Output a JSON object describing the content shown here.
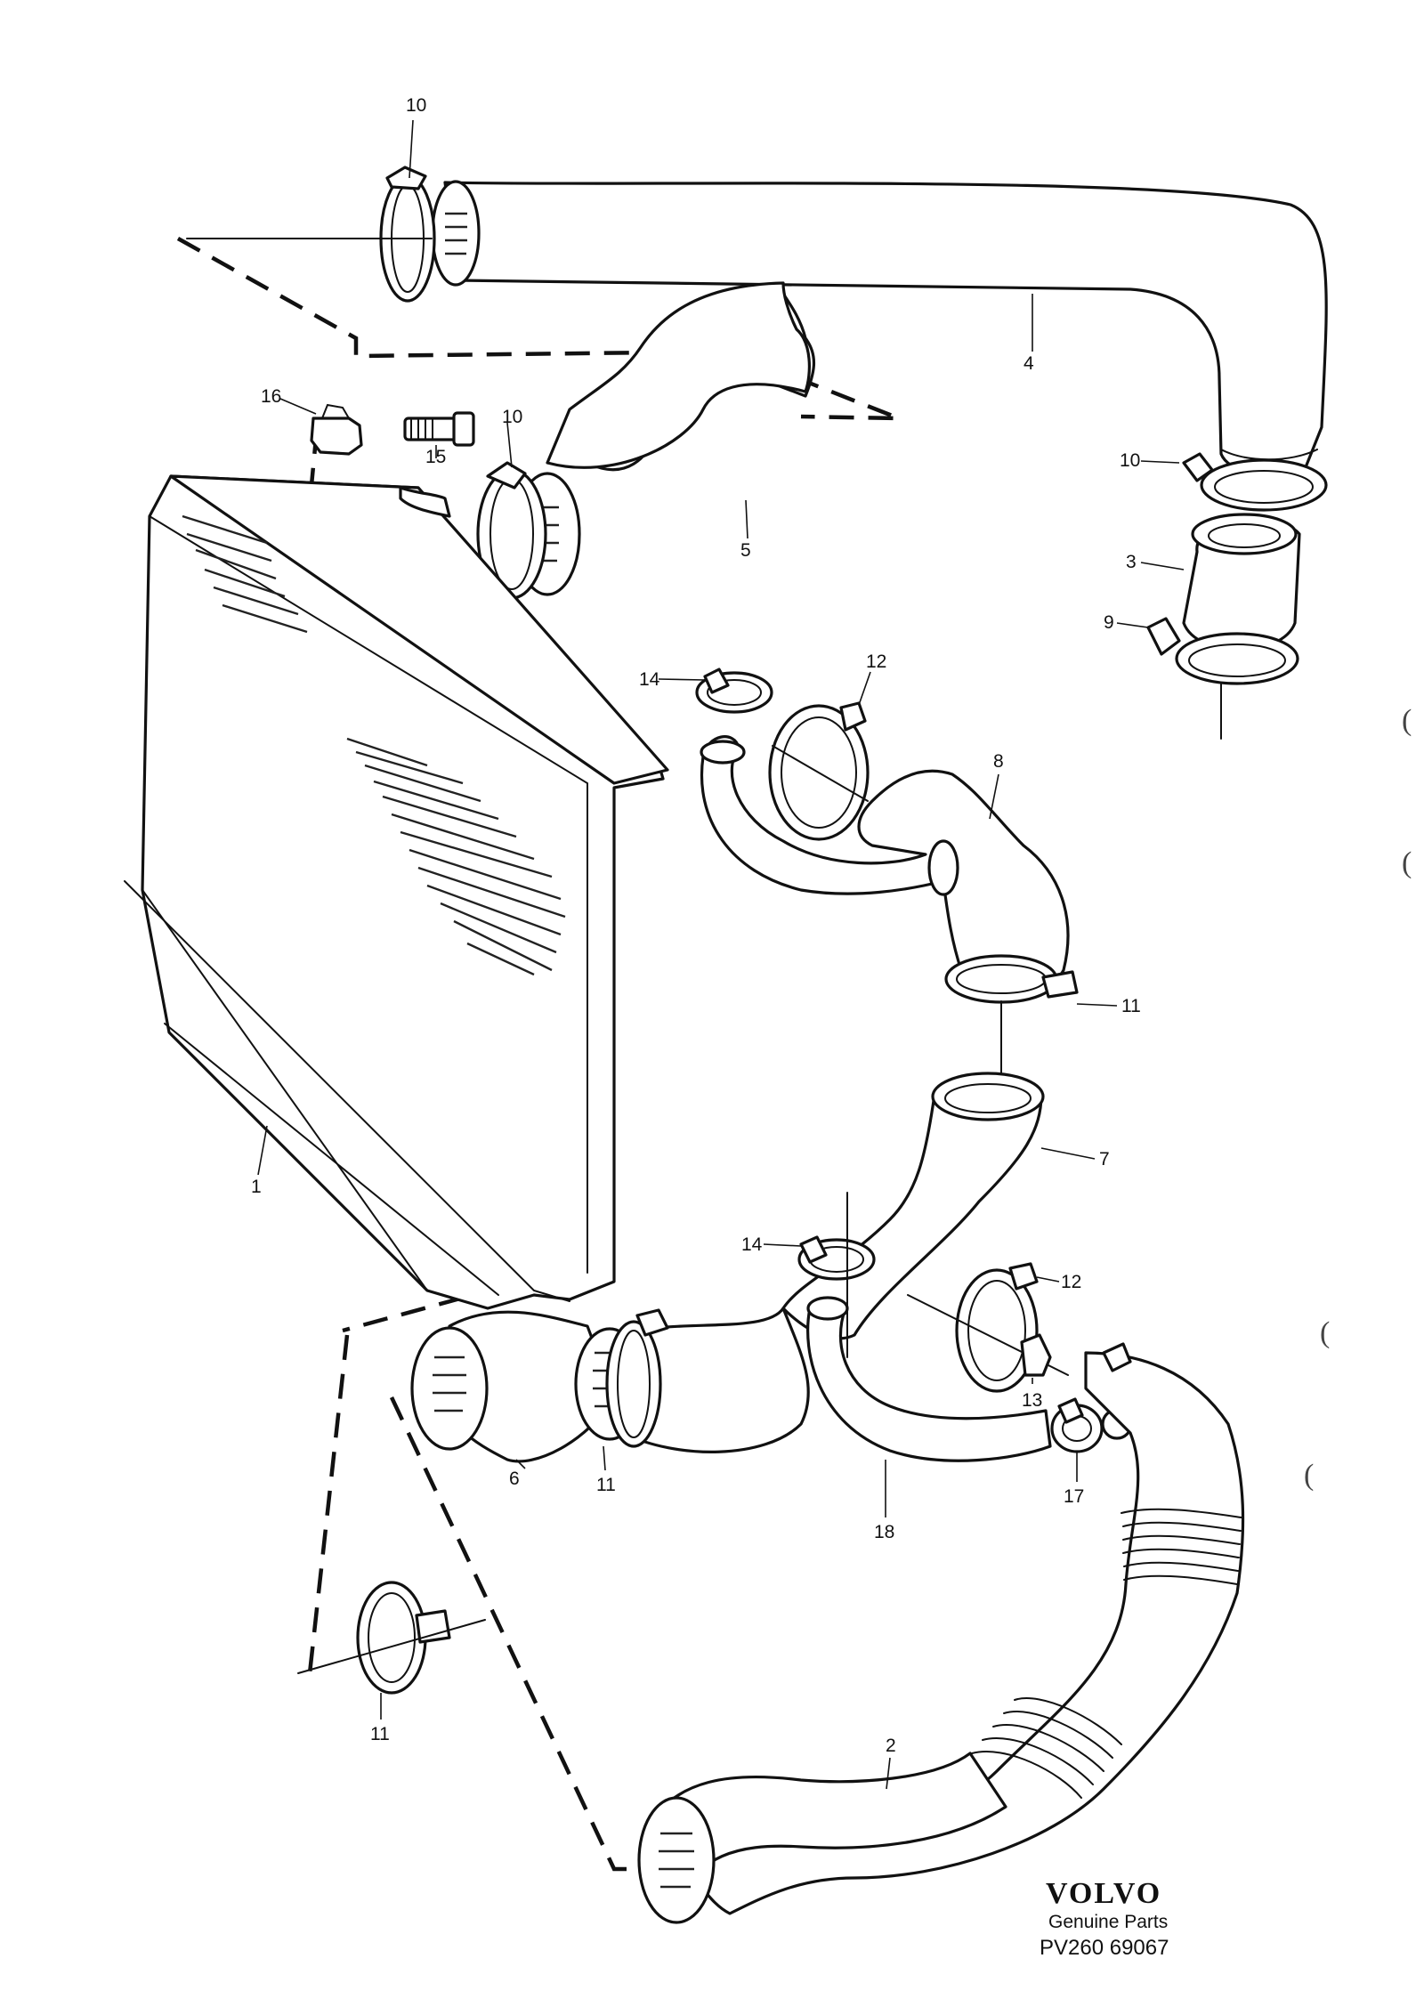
{
  "diagram": {
    "callouts": [
      {
        "id": "c10a",
        "text": "10"
      },
      {
        "id": "c4",
        "text": "4"
      },
      {
        "id": "c16",
        "text": "16"
      },
      {
        "id": "c10b",
        "text": "10"
      },
      {
        "id": "c15",
        "text": "15"
      },
      {
        "id": "c5",
        "text": "5"
      },
      {
        "id": "c10c",
        "text": "10"
      },
      {
        "id": "c3",
        "text": "3"
      },
      {
        "id": "c9",
        "text": "9"
      },
      {
        "id": "c14a",
        "text": "14"
      },
      {
        "id": "c12a",
        "text": "12"
      },
      {
        "id": "c8",
        "text": "8"
      },
      {
        "id": "c11a",
        "text": "11"
      },
      {
        "id": "c1",
        "text": "1"
      },
      {
        "id": "c7",
        "text": "7"
      },
      {
        "id": "c14b",
        "text": "14"
      },
      {
        "id": "c12b",
        "text": "12"
      },
      {
        "id": "c13",
        "text": "13"
      },
      {
        "id": "c6",
        "text": "6"
      },
      {
        "id": "c11b",
        "text": "11"
      },
      {
        "id": "c18",
        "text": "18"
      },
      {
        "id": "c17",
        "text": "17"
      },
      {
        "id": "c11c",
        "text": "11"
      },
      {
        "id": "c2",
        "text": "2"
      }
    ],
    "margin_marks": [
      "(",
      "(",
      "(",
      "("
    ]
  },
  "branding": {
    "brand": "VOLVO",
    "subtitle": "Genuine Parts",
    "code": "PV260  69067"
  }
}
